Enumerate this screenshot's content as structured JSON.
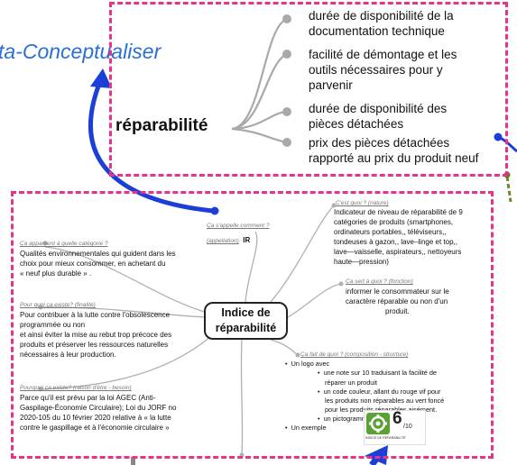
{
  "concept_title": "ta-Conceptualiser",
  "top_box": {
    "central": "réparabilité",
    "items": [
      [
        "durée de disponibilité de la",
        "documentation technique"
      ],
      [
        "facilité de démontage et les",
        "outils nécessaires pour y",
        "parvenir"
      ],
      [
        "durée de disponibilité des",
        "pièces détachées"
      ],
      [
        "prix des pièces détachées",
        "rapporté au prix du produit neuf"
      ]
    ]
  },
  "central_node": [
    "Indice de",
    "réparabilité"
  ],
  "nodes": {
    "nature": {
      "question": "C'est quoi ? (nature)",
      "lines": [
        "Indicateur de niveau de réparabilité de 9",
        "catégories de produits (smartphones,",
        "ordinateurs portables,, téléviseurs,,",
        "tondeuses à gazon,, lave–linge et top,,",
        "lave—vaisselle, aspirateurs,, nettoyeurs",
        "haute—pression)"
      ]
    },
    "appellation": {
      "question": "Ça s'appelle comment ?",
      "question2": "(appellation)",
      "value": "IR"
    },
    "categorie": {
      "question": "Ça appartient à quelle catégorie ?",
      "lines": [
        "Qualités environnementales qui guident dans les",
        "choix pour mieux consommer, en achetant du",
        "« neuf plus durable » ."
      ]
    },
    "finalite": {
      "question": "Pour quoi ça existe? (finalité)",
      "lines": [
        "Pour contribuer à la lutte contre l'obsolescence",
        "programmée ou non",
        "et ainsi éviter la mise au rebut trop précoce des",
        "produits et préserver les ressources naturelles",
        "nécessaires à leur production."
      ]
    },
    "fonction": {
      "question": "Ça sert à quoi ? (fonction)",
      "lines": [
        "informer le consommateur sur le",
        "caractère réparable ou non d'un",
        "produit."
      ]
    },
    "composition": {
      "question": "Ça fait de quoi ? (composition - structure)",
      "l1": "Un logo avec",
      "l2": [
        "une note sur 10 traduisant la facilité de",
        "réparer un produit",
        "un code couleur, allant du rouge vif pour",
        "les produits non réparables au vert foncé",
        "pour les produits réparables aisément.",
        "un pictogramme « clé et écrou »"
      ],
      "l3": "Un exemple"
    },
    "raison": {
      "question": "Pourquoi ça existe? (raison d'être - besoin)",
      "lines": [
        "Parce qu'il est prévu par la loi AGEC (Anti-",
        "Gaspilage-Économie Circulaire); Loi du JORF no",
        "2020-105 du 10 février 2020 relative à « la lutte",
        "contre le gaspillage et à l'économie circulaire »"
      ]
    }
  },
  "logo": {
    "note": "6",
    "denominator": "/10",
    "caption": "INDICE DE RÉPARABILITÉ"
  },
  "colors": {
    "dashed_border": "#e8338b",
    "arrow_blue": "#1c3fd8",
    "title_blue": "#2a6fd6",
    "logo_green": "#5aa233"
  }
}
